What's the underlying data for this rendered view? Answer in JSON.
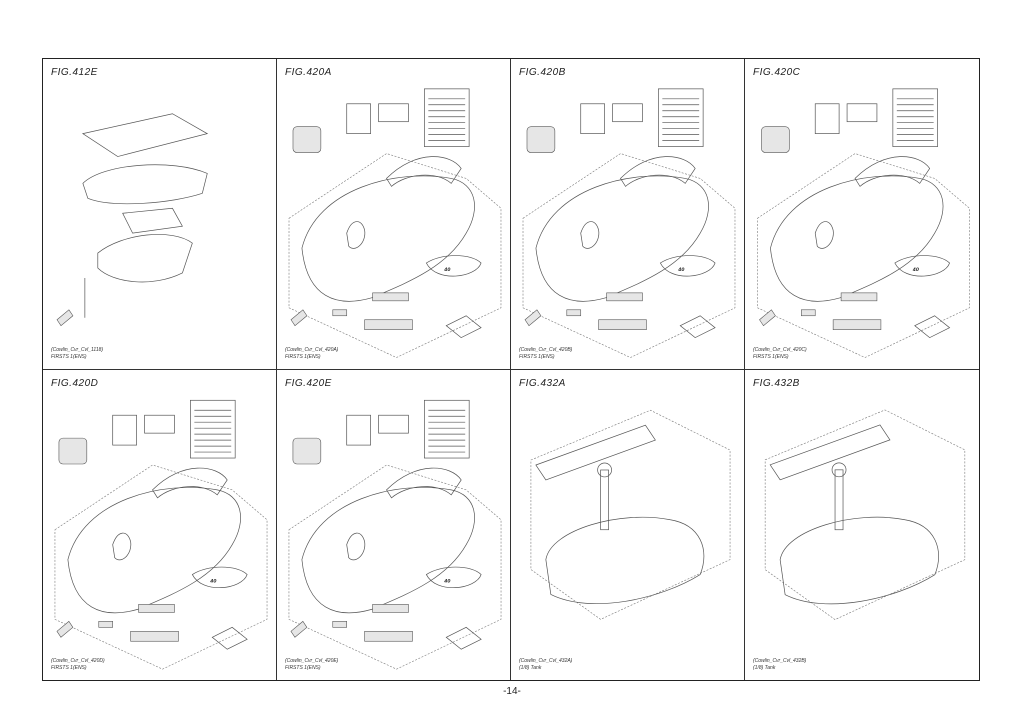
{
  "page_number": "-14-",
  "panels": [
    {
      "fig": "FIG.412E",
      "kind": "cowling-lower",
      "caption": [
        "(Cowlin_Cvr_Cvl_1118)",
        "FIRSTS 1(ENS)"
      ]
    },
    {
      "fig": "FIG.420A",
      "kind": "cowling-cover",
      "caption": [
        "(Cowlin_Cvr_Cvl_420A)",
        "FIRSTS 1(ENS)"
      ]
    },
    {
      "fig": "FIG.420B",
      "kind": "cowling-cover",
      "caption": [
        "(Cowlin_Cvr_Cvl_420B)",
        "FIRSTS 1(ENS)"
      ]
    },
    {
      "fig": "FIG.420C",
      "kind": "cowling-cover",
      "caption": [
        "(Cowlin_Cvr_Cvl_420C)",
        "FIRSTS 1(ENS)"
      ]
    },
    {
      "fig": "FIG.420D",
      "kind": "cowling-cover",
      "caption": [
        "(Cowlin_Cvr_Cvl_420D)",
        "FIRSTS 1(ENS)"
      ]
    },
    {
      "fig": "FIG.420E",
      "kind": "cowling-cover",
      "caption": [
        "(Cowlin_Cvr_Cvl_420E)",
        "FIRSTS 1(ENS)"
      ]
    },
    {
      "fig": "FIG.432A",
      "kind": "fuel-tank",
      "caption": [
        "(Cowlin_Cvr_Cvl_432A)",
        "(1/8) Tank"
      ]
    },
    {
      "fig": "FIG.432B",
      "kind": "fuel-tank",
      "caption": [
        "(Cowlin_Cvr_Cvl_432B)",
        "(1/8) Tank"
      ]
    }
  ],
  "decal_text": "40"
}
